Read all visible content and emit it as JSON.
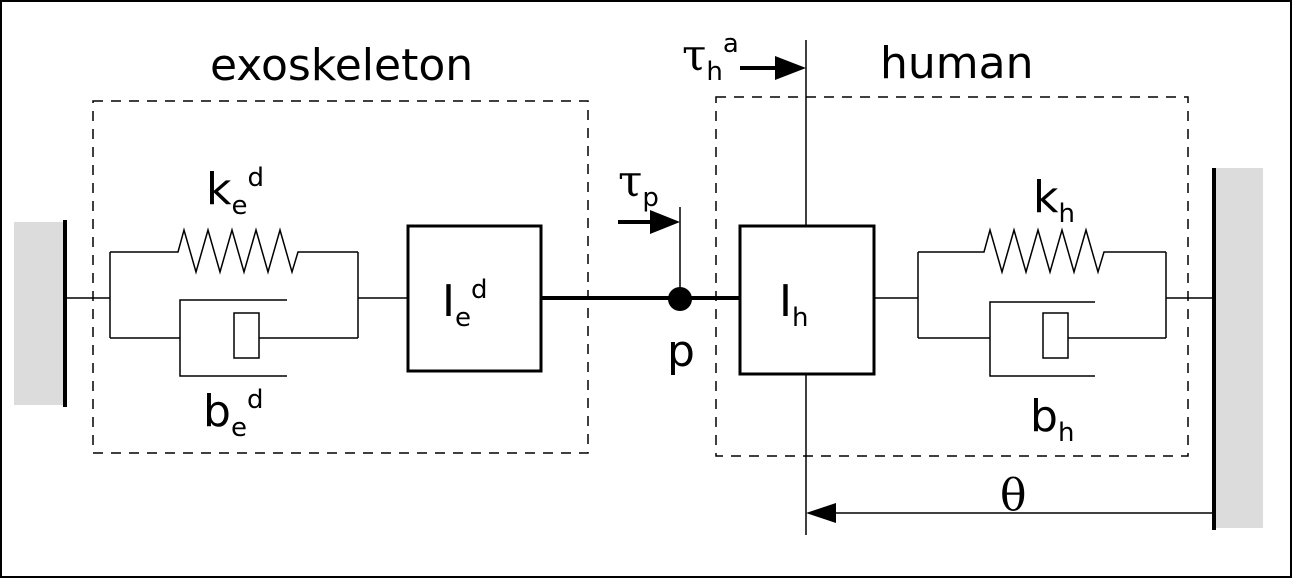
{
  "groups": {
    "exoskeleton": "exoskeleton",
    "human": "human"
  },
  "labels": {
    "ke": {
      "base": "k",
      "sub": "e",
      "sup": "d"
    },
    "be": {
      "base": "b",
      "sub": "e",
      "sup": "d"
    },
    "ie": {
      "base": "I",
      "sub": "e",
      "sup": "d"
    },
    "ih": {
      "base": "I",
      "sub": "h"
    },
    "kh": {
      "base": "k",
      "sub": "h"
    },
    "bh": {
      "base": "b",
      "sub": "h"
    },
    "tau_p": {
      "base": "τ",
      "sub": "p"
    },
    "tau_h": {
      "base": "τ",
      "sub": "h",
      "sup": "a"
    },
    "point": "p",
    "theta": "θ"
  },
  "colors": {
    "line": "#000000",
    "ground": "#dcdcdc",
    "background": "#ffffff"
  }
}
